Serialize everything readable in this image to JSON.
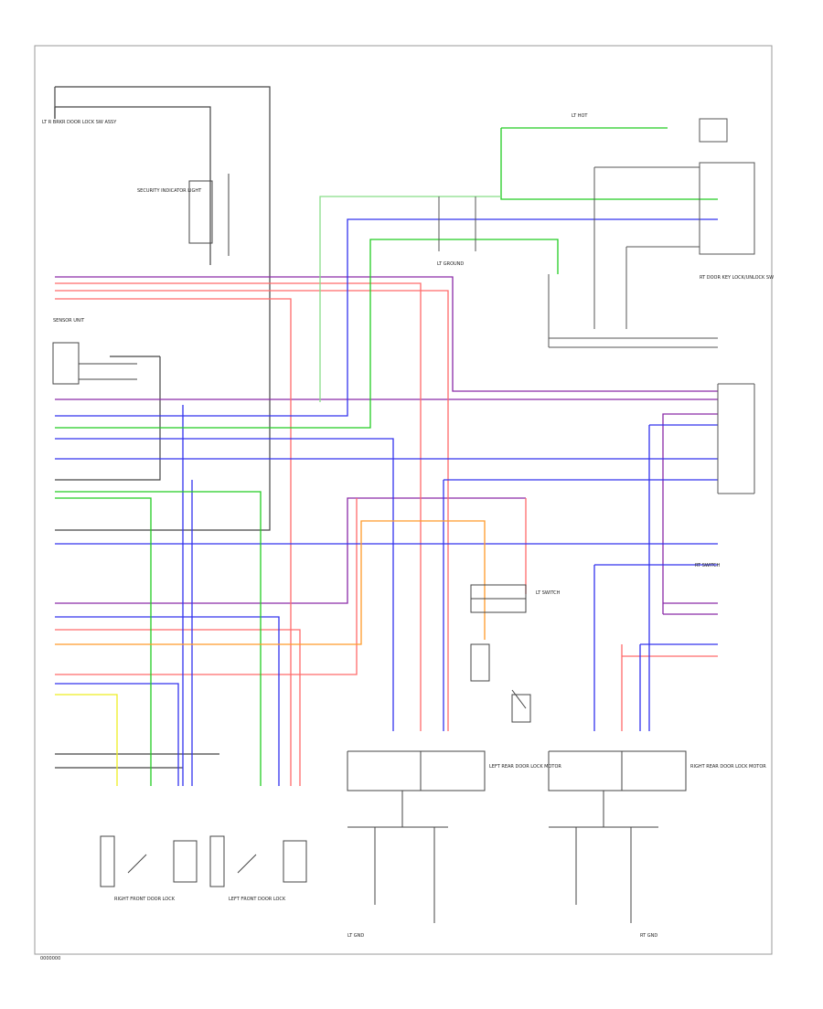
{
  "wire_colors": {
    "black": "#444444",
    "green": "#22cc22",
    "light_green": "#88dd88",
    "blue": "#3333ee",
    "violet": "#8a2aa8",
    "pink": "#ff6a6a",
    "red": "#ff9999",
    "orange": "#ff9a2a",
    "yellow": "#eeee22",
    "gray": "#777777"
  },
  "labels": {
    "block_left_top": "LT R BRKR DOOR LOCK SW ASSY",
    "security_light": "SECURITY INDICATOR LIGHT",
    "sensor_unit": "SENSOR UNIT",
    "lt_hot": "LT HOT",
    "lt_ground": "LT GROUND",
    "lt_switch": "LT SWITCH",
    "rt_switch": "RT SWITCH",
    "key_unlock_sw": "RT DOOR KEY LOCK/UNLOCK SW",
    "left_front_door": "LEFT FRONT DOOR LOCK",
    "right_front_door": "RIGHT FRONT DOOR LOCK",
    "rear_door_lt": "LEFT REAR DOOR LOCK MOTOR",
    "rear_door_rt": "RIGHT REAR DOOR LOCK MOTOR",
    "ground_left": "LT GND",
    "ground_right": "RT GND",
    "footer": "0000000"
  }
}
